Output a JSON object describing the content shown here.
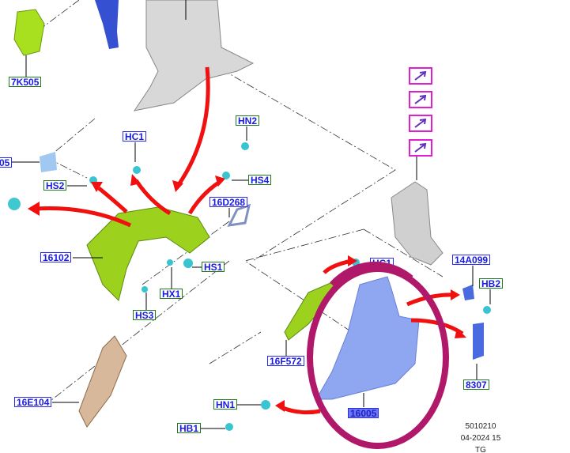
{
  "diagram": {
    "callouts": [
      {
        "id": "7K505",
        "style": "green"
      },
      {
        "id": "05",
        "style": "blue"
      },
      {
        "id": "HC1",
        "style": "blue"
      },
      {
        "id": "HN2",
        "style": "green"
      },
      {
        "id": "HS2",
        "style": "green"
      },
      {
        "id": "HS4",
        "style": "green"
      },
      {
        "id": "16D268",
        "style": "blue"
      },
      {
        "id": "16102",
        "style": "blue"
      },
      {
        "id": "HS1",
        "style": "green"
      },
      {
        "id": "HX1",
        "style": "green"
      },
      {
        "id": "HS3",
        "style": "green"
      },
      {
        "id": "HC1",
        "style": "blue"
      },
      {
        "id": "14A099",
        "style": "blue"
      },
      {
        "id": "HB2",
        "style": "green"
      },
      {
        "id": "16F572",
        "style": "blue"
      },
      {
        "id": "8307",
        "style": "green"
      },
      {
        "id": "16005",
        "style": "selected"
      },
      {
        "id": "16E104",
        "style": "blue"
      },
      {
        "id": "HN1",
        "style": "green"
      },
      {
        "id": "HB1",
        "style": "green"
      }
    ],
    "highlight_color": "#b0186a",
    "arrow_color": "#f01010",
    "footer": {
      "code": "5010210",
      "date": "04-2024 15",
      "initials": "TG"
    }
  }
}
